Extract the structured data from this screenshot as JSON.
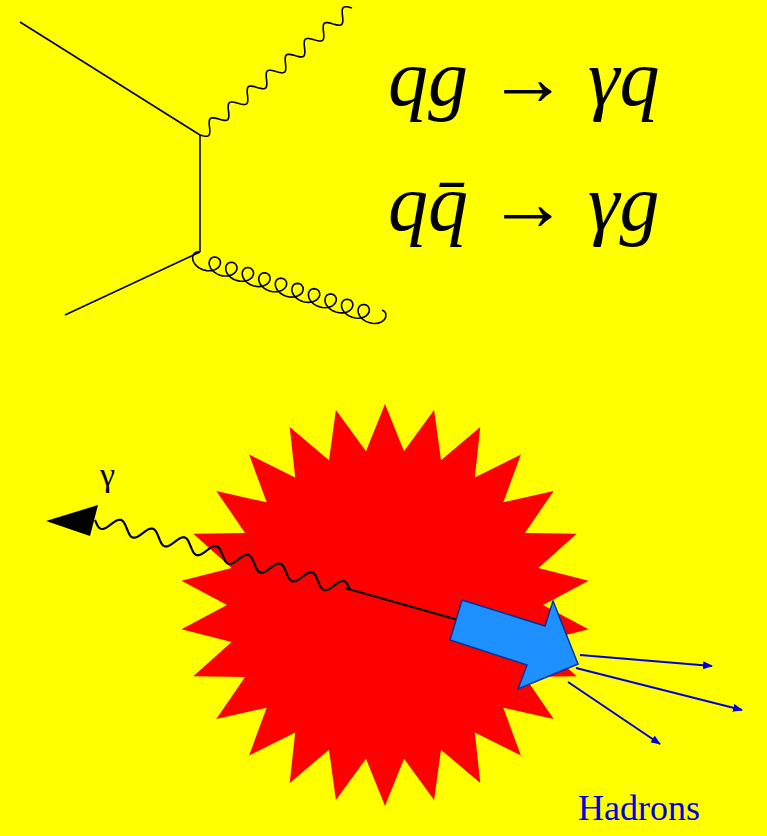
{
  "diagram": {
    "labels": [
      "qg → γq",
      "qq̄ → γg",
      "γ",
      "Hadrons"
    ]
  }
}
